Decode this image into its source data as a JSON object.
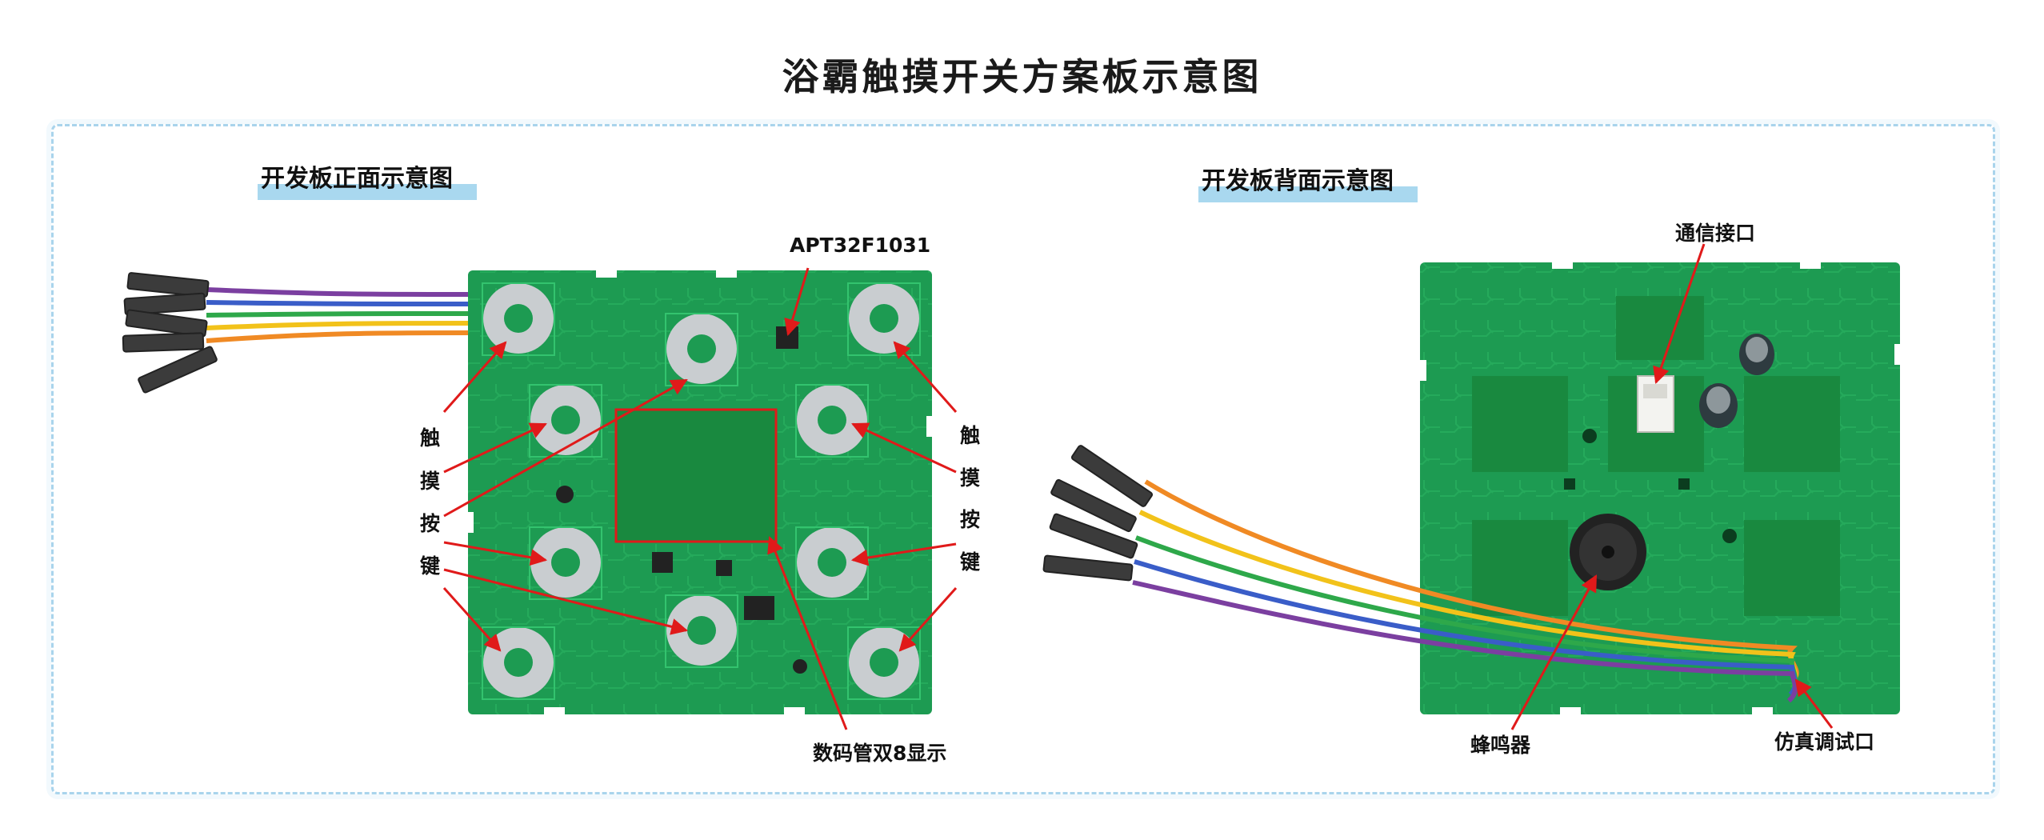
{
  "title": "浴霸触摸开关方案板示意图",
  "front": {
    "section_title": "开发板正面示意图",
    "mcu_label": "APT32F1031",
    "touch_label_left": [
      "触",
      "摸",
      "按",
      "键"
    ],
    "touch_label_right": [
      "触",
      "摸",
      "按",
      "键"
    ],
    "display_label": "数码管双8显示"
  },
  "back": {
    "section_title": "开发板背面示意图",
    "comm_label": "通信接口",
    "buzzer_label": "蜂鸣器",
    "debug_label": "仿真调试口"
  },
  "colors": {
    "pcb": "#1d9b52",
    "pcb_dark": "#157a3e",
    "pad": "#c9cdd0",
    "arrow": "#e01a1a",
    "section_bar": "#a9d8ef",
    "frame": "#a9d4ec"
  }
}
